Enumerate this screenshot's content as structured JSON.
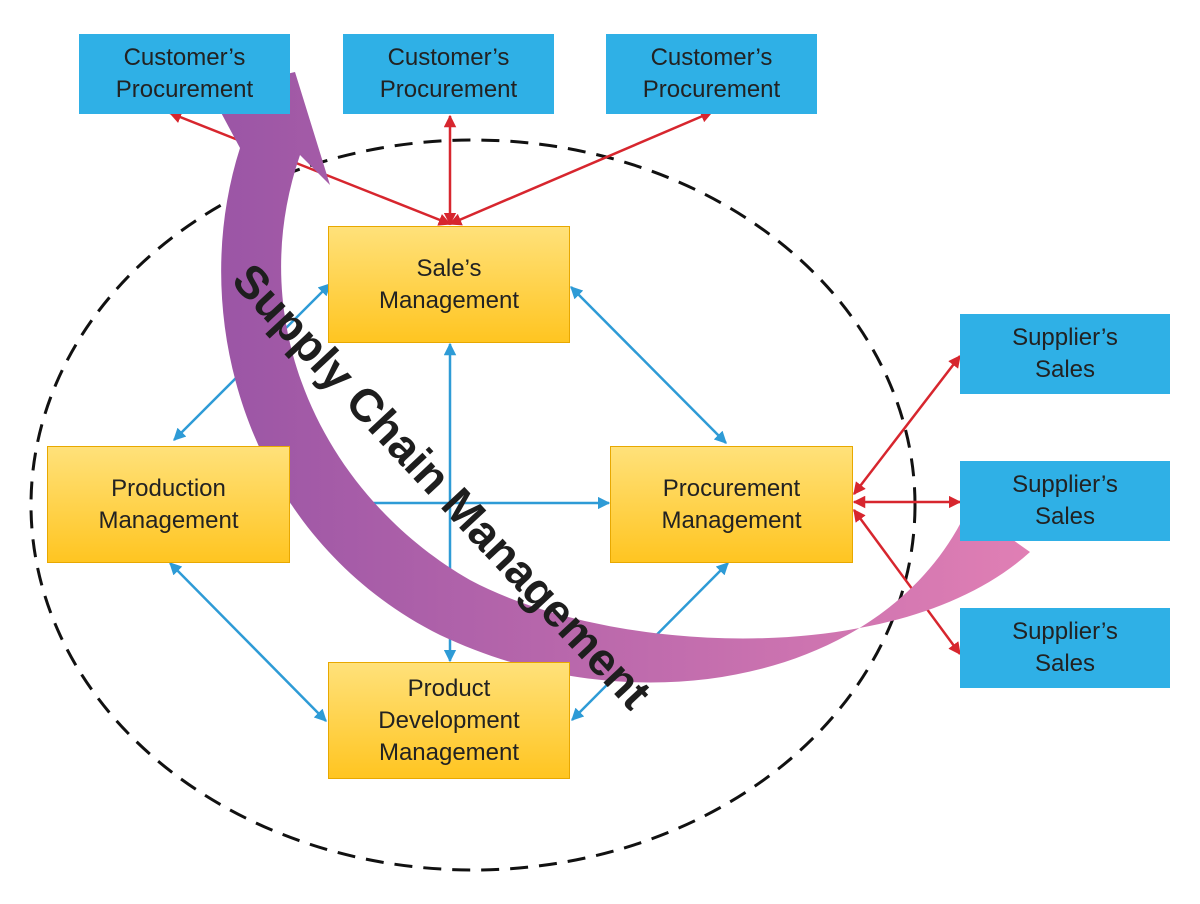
{
  "customers": [
    {
      "line1": "Customer’s",
      "line2": "Procurement"
    },
    {
      "line1": "Customer’s",
      "line2": "Procurement"
    },
    {
      "line1": "Customer’s",
      "line2": "Procurement"
    }
  ],
  "suppliers": [
    {
      "line1": "Supplier’s",
      "line2": "Sales"
    },
    {
      "line1": "Supplier’s",
      "line2": "Sales"
    },
    {
      "line1": "Supplier’s",
      "line2": "Sales"
    }
  ],
  "sales": {
    "line1": "Sale’s",
    "line2": "Management"
  },
  "production": {
    "line1": "Production",
    "line2": "Management"
  },
  "procurement": {
    "line1": "Procurement",
    "line2": "Management"
  },
  "product_dev": {
    "line1": "Product",
    "line2": "Development",
    "line3": "Management"
  },
  "arc_label": "Supply Chain Management",
  "colors": {
    "customer_supplier_box": "#2fb0e6",
    "internal_box": "#ffc521",
    "internal_arrows": "#2e9bd6",
    "external_arrows": "#d7262e",
    "arc_start": "#9a55a5",
    "arc_end": "#e07fb4"
  }
}
